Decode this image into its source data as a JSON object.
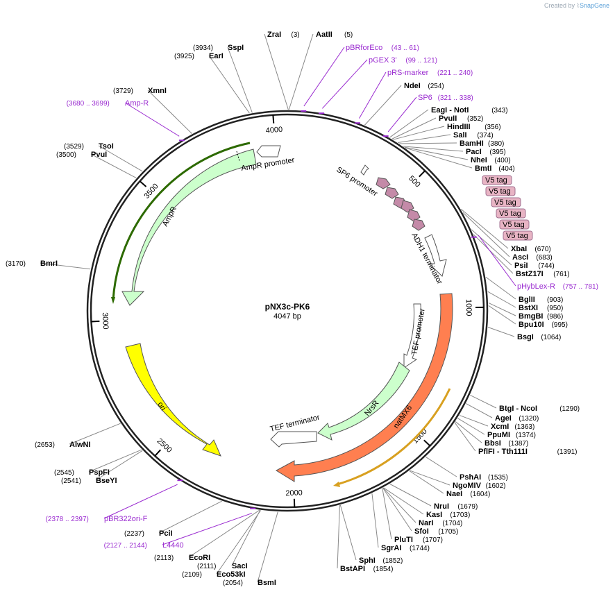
{
  "branding": {
    "created_by": "Created by",
    "app": "SnapGene"
  },
  "plasmid": {
    "name": "pNX3c-PK6",
    "length_label": "4047 bp",
    "length_bp": 4047
  },
  "ticks": [
    {
      "bp": 500,
      "label": "500"
    },
    {
      "bp": 1000,
      "label": "1000"
    },
    {
      "bp": 1500,
      "label": "1500"
    },
    {
      "bp": 2000,
      "label": "2000"
    },
    {
      "bp": 2500,
      "label": "2500"
    },
    {
      "bp": 3000,
      "label": "3000"
    },
    {
      "bp": 3500,
      "label": "3500"
    },
    {
      "bp": 4000,
      "label": "4000"
    }
  ],
  "enzymes": [
    {
      "name": "ZraI",
      "pos": "(3)",
      "bp": 3
    },
    {
      "name": "AatII",
      "pos": "(5)",
      "bp": 5
    },
    {
      "name": "NdeI",
      "pos": "(254)",
      "bp": 254
    },
    {
      "name": "EagI  - NotI",
      "pos": "(343)",
      "bp": 343
    },
    {
      "name": "PvuII",
      "pos": "(352)",
      "bp": 352
    },
    {
      "name": "HindIII",
      "pos": "(356)",
      "bp": 356
    },
    {
      "name": "SalI",
      "pos": "(374)",
      "bp": 374
    },
    {
      "name": "BamHI",
      "pos": "(380)",
      "bp": 380
    },
    {
      "name": "PacI",
      "pos": "(395)",
      "bp": 395
    },
    {
      "name": "NheI",
      "pos": "(400)",
      "bp": 400
    },
    {
      "name": "BmtI",
      "pos": "(404)",
      "bp": 404
    },
    {
      "name": "XbaI",
      "pos": "(670)",
      "bp": 670
    },
    {
      "name": "AscI",
      "pos": "(683)",
      "bp": 683
    },
    {
      "name": "PsiI",
      "pos": "(744)",
      "bp": 744
    },
    {
      "name": "BstZ17I",
      "pos": "(761)",
      "bp": 761
    },
    {
      "name": "BglII",
      "pos": "(903)",
      "bp": 903
    },
    {
      "name": "BstXI",
      "pos": "(950)",
      "bp": 950
    },
    {
      "name": "BmgBI",
      "pos": "(986)",
      "bp": 986
    },
    {
      "name": "Bpu10I",
      "pos": "(995)",
      "bp": 995
    },
    {
      "name": "BsgI",
      "pos": "(1064)",
      "bp": 1064
    },
    {
      "name": "BtgI  - NcoI",
      "pos": "(1290)",
      "bp": 1290
    },
    {
      "name": "AgeI",
      "pos": "(1320)",
      "bp": 1320
    },
    {
      "name": "XcmI",
      "pos": "(1363)",
      "bp": 1363
    },
    {
      "name": "PpuMI",
      "pos": "(1374)",
      "bp": 1374
    },
    {
      "name": "BbsI",
      "pos": "(1387)",
      "bp": 1387
    },
    {
      "name": "PflFI  - Tth111I",
      "pos": "(1391)",
      "bp": 1391
    },
    {
      "name": "PshAI",
      "pos": "(1535)",
      "bp": 1535
    },
    {
      "name": "NgoMIV",
      "pos": "(1602)",
      "bp": 1602
    },
    {
      "name": "NaeI",
      "pos": "(1604)",
      "bp": 1604
    },
    {
      "name": "NruI",
      "pos": "(1679)",
      "bp": 1679
    },
    {
      "name": "KasI",
      "pos": "(1703)",
      "bp": 1703
    },
    {
      "name": "NarI",
      "pos": "(1704)",
      "bp": 1704
    },
    {
      "name": "SfoI",
      "pos": "(1705)",
      "bp": 1705
    },
    {
      "name": "PluTI",
      "pos": "(1707)",
      "bp": 1707
    },
    {
      "name": "SgrAI",
      "pos": "(1744)",
      "bp": 1744
    },
    {
      "name": "SphI",
      "pos": "(1852)",
      "bp": 1852
    },
    {
      "name": "BstAPI",
      "pos": "(1854)",
      "bp": 1854
    },
    {
      "name": "BsmI",
      "pos": "(2054)",
      "bp": 2054
    },
    {
      "name": "Eco53kI",
      "pos": "(2109)",
      "bp": 2109
    },
    {
      "name": "SacI",
      "pos": "(2111)",
      "bp": 2111
    },
    {
      "name": "EcoRI",
      "pos": "(2113)",
      "bp": 2113
    },
    {
      "name": "PciI",
      "pos": "(2237)",
      "bp": 2237
    },
    {
      "name": "BseYI",
      "pos": "(2541)",
      "bp": 2541
    },
    {
      "name": "PspFI",
      "pos": "(2545)",
      "bp": 2545
    },
    {
      "name": "AlwNI",
      "pos": "(2653)",
      "bp": 2653
    },
    {
      "name": "BmrI",
      "pos": "(3170)",
      "bp": 3170
    },
    {
      "name": "PvuI",
      "pos": "(3500)",
      "bp": 3500
    },
    {
      "name": "TsoI",
      "pos": "(3529)",
      "bp": 3529
    },
    {
      "name": "XmnI",
      "pos": "(3729)",
      "bp": 3729
    },
    {
      "name": "EarI",
      "pos": "(3925)",
      "bp": 3925
    },
    {
      "name": "SspI",
      "pos": "(3934)",
      "bp": 3934
    }
  ],
  "primers": [
    {
      "name": "pBRforEco",
      "range": "(43 .. 61)",
      "bp": 52
    },
    {
      "name": "pGEX 3'",
      "range": "(99 .. 121)",
      "bp": 110
    },
    {
      "name": "pRS-marker",
      "range": "(221 .. 240)",
      "bp": 230
    },
    {
      "name": "SP6",
      "range": "(321 .. 338)",
      "bp": 330
    },
    {
      "name": "pHybLex-R",
      "range": "(757 .. 781)",
      "bp": 769
    },
    {
      "name": "L4440",
      "range": "(2127 .. 2144)",
      "bp": 2135
    },
    {
      "name": "pBR322ori-F",
      "range": "(2378 .. 2397)",
      "bp": 2387
    },
    {
      "name": "Amp-R",
      "range": "(3680 .. 3699)",
      "bp": 3690
    }
  ],
  "tags": [
    {
      "label": "V5 tag"
    },
    {
      "label": "V5 tag"
    },
    {
      "label": "V5 tag"
    },
    {
      "label": "V5 tag"
    },
    {
      "label": "V5 tag"
    },
    {
      "label": "V5 tag"
    }
  ],
  "features": [
    {
      "label": "AmpR",
      "color": "#ccffcc"
    },
    {
      "label": "AmpR promoter",
      "color": "#ffffff"
    },
    {
      "label": "ori",
      "color": "#ffff00"
    },
    {
      "label": "SP6 promoter",
      "color": "#ffffff"
    },
    {
      "label": "ADH1 terminator",
      "color": "#ffffff"
    },
    {
      "label": "TEF promoter",
      "color": "#ffffff"
    },
    {
      "label": "NrsR",
      "color": "#ccffcc"
    },
    {
      "label": "TEF terminator",
      "color": "#ffffff"
    },
    {
      "label": "natMX6",
      "color": "#ff7f50"
    }
  ],
  "colors": {
    "primer": "#9a2bd0",
    "tag_fill": "#e8b4c4",
    "tag_arrow": "#c48aa8",
    "ampr_primer": "#2d6a00",
    "natmx_primer": "#d8a020"
  }
}
